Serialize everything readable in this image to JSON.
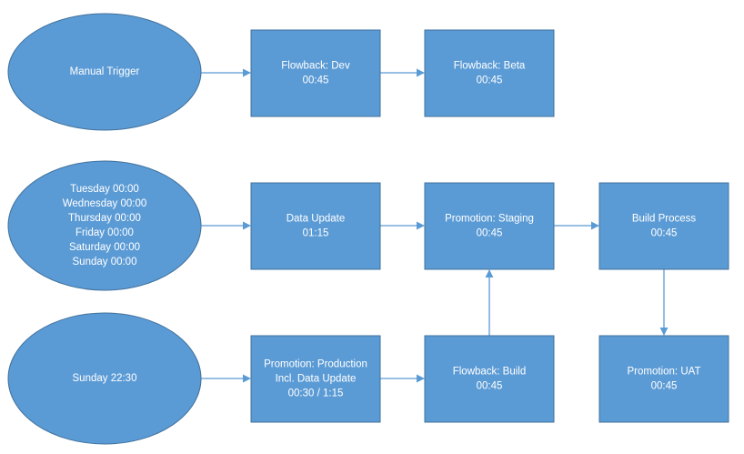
{
  "nodes": {
    "manual_trigger": {
      "lines": [
        "Manual Trigger"
      ]
    },
    "flowback_dev": {
      "lines": [
        "Flowback: Dev",
        "00:45"
      ]
    },
    "flowback_beta": {
      "lines": [
        "Flowback: Beta",
        "00:45"
      ]
    },
    "schedule_daily": {
      "lines": [
        "Tuesday 00:00",
        "Wednesday 00:00",
        "Thursday 00:00",
        "Friday 00:00",
        "Saturday 00:00",
        "Sunday 00:00"
      ]
    },
    "data_update": {
      "lines": [
        "Data Update",
        "01:15"
      ]
    },
    "promotion_staging": {
      "lines": [
        "Promotion: Staging",
        "00:45"
      ]
    },
    "build_process": {
      "lines": [
        "Build Process",
        "00:45"
      ]
    },
    "schedule_sunday": {
      "lines": [
        "Sunday 22:30"
      ]
    },
    "promotion_production": {
      "lines": [
        "Promotion: Production",
        "Incl. Data Update",
        "00:30 / 1:15"
      ]
    },
    "flowback_build": {
      "lines": [
        "Flowback: Build",
        "00:45"
      ]
    },
    "promotion_uat": {
      "lines": [
        "Promotion: UAT",
        "00:45"
      ]
    }
  },
  "edges": [
    {
      "from": "manual_trigger",
      "to": "flowback_dev"
    },
    {
      "from": "flowback_dev",
      "to": "flowback_beta"
    },
    {
      "from": "schedule_daily",
      "to": "data_update"
    },
    {
      "from": "data_update",
      "to": "promotion_staging"
    },
    {
      "from": "promotion_staging",
      "to": "build_process"
    },
    {
      "from": "build_process",
      "to": "promotion_uat"
    },
    {
      "from": "schedule_sunday",
      "to": "promotion_production"
    },
    {
      "from": "promotion_production",
      "to": "flowback_build"
    },
    {
      "from": "flowback_build",
      "to": "promotion_staging"
    }
  ],
  "colors": {
    "fill": "#5b9bd5",
    "stroke": "#41719c",
    "text": "#ffffff",
    "connector": "#5b9bd5"
  }
}
